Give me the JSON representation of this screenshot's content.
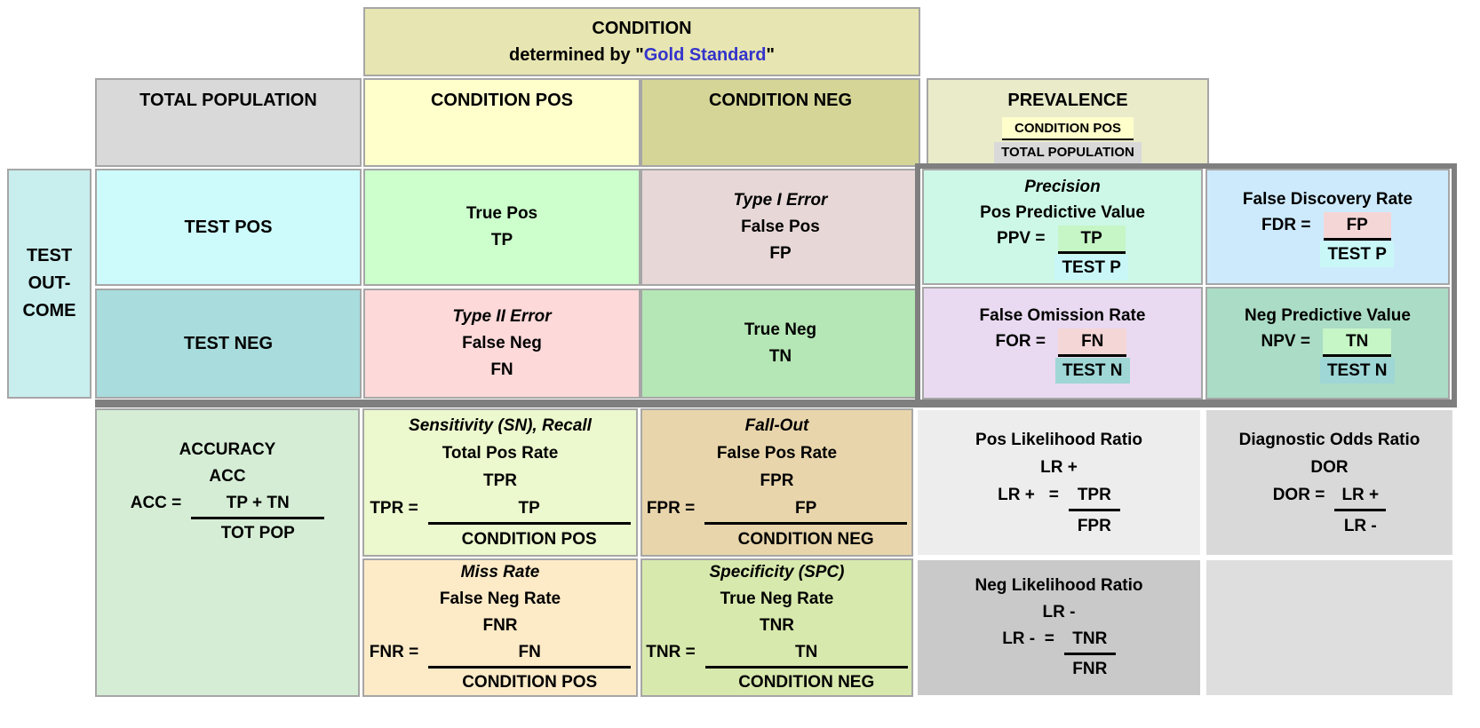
{
  "banner": {
    "title": "CONDITION",
    "subtitle_prefix": "determined by \"",
    "subtitle_link": "Gold Standard",
    "subtitle_suffix": "\""
  },
  "headers": {
    "total_population": "TOTAL POPULATION",
    "condition_pos": "CONDITION POS",
    "condition_neg": "CONDITION NEG",
    "prevalence_title": "PREVALENCE",
    "prevalence_num": "CONDITION POS",
    "prevalence_den": "TOTAL POPULATION"
  },
  "axis": {
    "test_outcome_lines": [
      "TEST",
      "OUT-",
      "COME"
    ],
    "test_pos": "TEST POS",
    "test_neg": "TEST NEG"
  },
  "cells": {
    "tp": {
      "name": "True Pos",
      "abbr": "TP"
    },
    "fp": {
      "nickname": "Type I Error",
      "name": "False Pos",
      "abbr": "FP"
    },
    "fn": {
      "nickname": "Type II Error",
      "name": "False Neg",
      "abbr": "FN"
    },
    "tn": {
      "name": "True Neg",
      "abbr": "TN"
    },
    "ppv": {
      "nickname": "Precision",
      "name": "Pos Predictive Value",
      "eq": "PPV =",
      "num": "TP",
      "den": "TEST P"
    },
    "fdr": {
      "name": "False Discovery Rate",
      "eq": "FDR =",
      "num": "FP",
      "den": "TEST P"
    },
    "for": {
      "name": "False Omission Rate",
      "eq": "FOR =",
      "num": "FN",
      "den": "TEST N"
    },
    "npv": {
      "name": "Neg Predictive Value",
      "eq": "NPV =",
      "num": "TN",
      "den": "TEST N"
    },
    "acc": {
      "name": "ACCURACY",
      "abbr": "ACC",
      "eq": "ACC =",
      "num": "TP + TN",
      "den": "TOT POP"
    },
    "tpr": {
      "nickname": "Sensitivity (SN), Recall",
      "name": "Total Pos Rate",
      "abbr": "TPR",
      "eq": "TPR =",
      "num": "TP",
      "den": "CONDITION POS"
    },
    "fpr": {
      "nickname": "Fall-Out",
      "name": "False Pos Rate",
      "abbr": "FPR",
      "eq": "FPR =",
      "num": "FP",
      "den": "CONDITION NEG"
    },
    "fnr": {
      "nickname": "Miss Rate",
      "name": "False Neg Rate",
      "abbr": "FNR",
      "eq": "FNR =",
      "num": "FN",
      "den": "CONDITION POS"
    },
    "tnr": {
      "nickname": "Specificity (SPC)",
      "name": "True Neg Rate",
      "abbr": "TNR",
      "eq": "TNR =",
      "num": "TN",
      "den": "CONDITION NEG"
    },
    "lr_pos": {
      "name": "Pos Likelihood Ratio",
      "abbr": "LR +",
      "eq": "LR +   =",
      "num": "TPR",
      "den": "FPR"
    },
    "dor": {
      "name": "Diagnostic Odds Ratio",
      "abbr": "DOR",
      "eq": "DOR =",
      "num": "LR +",
      "den": "LR -"
    },
    "lr_neg": {
      "name": "Neg Likelihood Ratio",
      "abbr": "LR -",
      "eq": "LR -  =",
      "num": "TNR",
      "den": "FNR"
    }
  },
  "colors": {
    "banner": "#e7e5b1",
    "prevalence": "#e9ebc9",
    "condition_pos_header": "#ffffcc",
    "condition_neg_header": "#d5d597",
    "total_population_header": "#d9d9d9",
    "test_outcome": "#c8eeee",
    "test_pos": "#cdfafa",
    "test_neg": "#a9dcdc",
    "tp": "#ccffcc",
    "fp": "#e7d7d7",
    "fn": "#fdd9d9",
    "tn": "#b5e6b5",
    "ppv": "#cdf8e7",
    "fdr": "#cdeafd",
    "for": "#e9daf1",
    "npv": "#abdcc5",
    "acc": "#d5edd5",
    "tpr": "#ecf8cd",
    "fpr": "#e8d5ab",
    "fnr": "#fdeac7",
    "tnr": "#d8e9ad",
    "lr_pos": "#ededed",
    "dor": "#d9d9d9",
    "lr_neg": "#c9c9c9",
    "empty_cell": "#dedede",
    "gold_standard_link": "#3333cc",
    "grid_border": "#a6a6a6",
    "thick_border": "#7f7f7f"
  }
}
